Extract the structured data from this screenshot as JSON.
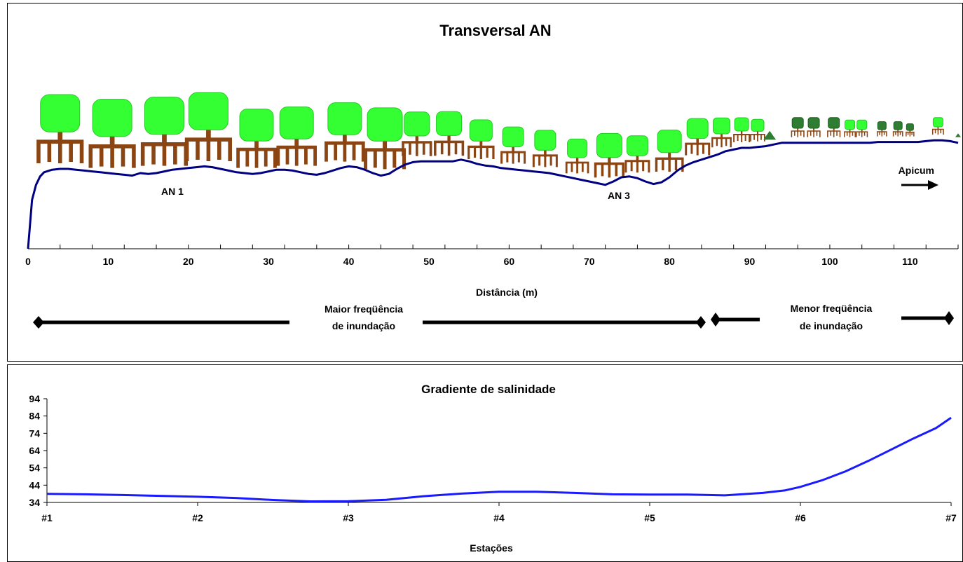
{
  "chart_data": [
    {
      "type": "line",
      "title": "Transversal AN",
      "xlabel": "Distância (m)",
      "ylabel": "",
      "xlim": [
        0,
        116
      ],
      "xticks": [
        "0",
        "10",
        "20",
        "30",
        "40",
        "50",
        "60",
        "70",
        "80",
        "90",
        "100",
        "110"
      ],
      "grid": false,
      "annotations": {
        "site_1": "AN 1",
        "site_3": "AN 3",
        "apicum": "Apicum",
        "maior_1": "Maior freqüência",
        "maior_2": "de inundação",
        "menor_1": "Menor freqüência",
        "menor_2": "de inundação"
      },
      "series": [
        {
          "values_note": "",
          "x": [
            0,
            0.5,
            1,
            1.5,
            2,
            3,
            4,
            5,
            6,
            7,
            8,
            9,
            10,
            11,
            12,
            13,
            14,
            15,
            16,
            17,
            18,
            19,
            20,
            21,
            22,
            23,
            24,
            25,
            26,
            27,
            28,
            29,
            30,
            31,
            32,
            33,
            34,
            35,
            36,
            37,
            38,
            39,
            40,
            41,
            42,
            43,
            44,
            45,
            46,
            47,
            48,
            49,
            50,
            51,
            52,
            53,
            54,
            55,
            56,
            57,
            58,
            59,
            60,
            61,
            62,
            63,
            64,
            65,
            66,
            67,
            68,
            69,
            70,
            71,
            72,
            73,
            74,
            75,
            76,
            77,
            78,
            79,
            80,
            81,
            82,
            83,
            84,
            85,
            86,
            87,
            88,
            89,
            90,
            91,
            92,
            93,
            94,
            95,
            96,
            97,
            98,
            99,
            100,
            101,
            102,
            103,
            104,
            105,
            106,
            107,
            108,
            109,
            110,
            111,
            112,
            113,
            114,
            115,
            116
          ],
          "values": [
            0,
            58,
            76,
            86,
            91,
            94,
            95,
            95,
            94,
            93,
            92,
            91,
            90,
            89,
            88,
            87,
            90,
            89,
            90,
            92,
            94,
            95,
            96,
            97,
            98,
            97,
            95,
            93,
            91,
            90,
            89,
            90,
            92,
            94,
            94,
            93,
            91,
            89,
            88,
            90,
            93,
            96,
            98,
            97,
            94,
            90,
            87,
            89,
            95,
            100,
            103,
            104,
            104,
            104,
            104,
            104,
            106,
            104,
            101,
            99,
            98,
            96,
            95,
            94,
            93,
            92,
            91,
            90,
            88,
            86,
            84,
            82,
            80,
            78,
            76,
            80,
            85,
            86,
            84,
            80,
            77,
            79,
            85,
            93,
            99,
            103,
            106,
            109,
            112,
            116,
            118,
            120,
            120,
            121,
            122,
            124,
            126,
            126,
            126,
            126,
            126,
            126,
            126,
            126,
            126,
            126,
            126,
            126,
            127,
            127,
            127,
            127,
            127,
            127,
            128,
            129,
            129,
            128,
            126
          ]
        }
      ]
    },
    {
      "type": "line",
      "title": "Gradiente de salinidade",
      "xlabel": "Estações",
      "ylabel": "",
      "categories": [
        "#1",
        "#2",
        "#3",
        "#4",
        "#5",
        "#6",
        "#7"
      ],
      "ylim": [
        34,
        94
      ],
      "yticks": [
        "34",
        "44",
        "54",
        "64",
        "74",
        "84",
        "94"
      ],
      "grid": false,
      "colors": {
        "line": "#1a1aff"
      },
      "series": [
        {
          "x": [
            1,
            1.25,
            1.5,
            1.75,
            2,
            2.25,
            2.5,
            2.75,
            3,
            3.25,
            3.5,
            3.75,
            4,
            4.25,
            4.5,
            4.75,
            5,
            5.25,
            5.5,
            5.75,
            5.9,
            6,
            6.15,
            6.3,
            6.45,
            6.6,
            6.75,
            6.9,
            7
          ],
          "values": [
            39,
            38.7,
            38.3,
            37.8,
            37.3,
            36.6,
            35.4,
            34.6,
            34.7,
            35.5,
            37.6,
            39.1,
            40.2,
            40.2,
            39.5,
            38.7,
            38.6,
            38.6,
            38.1,
            39.5,
            41,
            43,
            47,
            52,
            58,
            64.5,
            71,
            77,
            83
          ]
        }
      ]
    }
  ]
}
